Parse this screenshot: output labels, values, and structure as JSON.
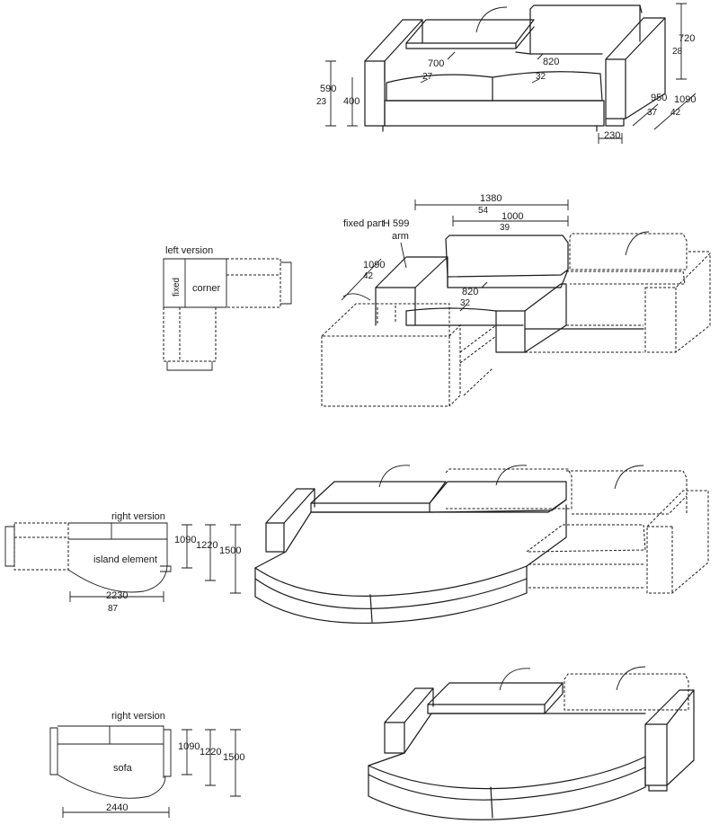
{
  "view1": {
    "d_720": "720",
    "d_28": "28",
    "d_590": "590",
    "d_23": "23",
    "d_400": "400",
    "d_700": "700",
    "d_27": "27",
    "d_820": "820",
    "d_32": "32",
    "d_950": "950",
    "d_37": "37",
    "d_1090": "1090",
    "d_42": "42",
    "d_230": "230"
  },
  "view2": {
    "d_1380": "1380",
    "d_54": "54",
    "d_1000": "1000",
    "d_39": "39",
    "label_fixed_part": "fixed part",
    "label_h599": "H 599",
    "label_arm": "arm",
    "d_1090": "1090",
    "d_42": "42",
    "d_820": "820",
    "d_32": "32",
    "plan_title": "left version",
    "plan_fixed": "fixed",
    "plan_corner": "corner"
  },
  "view3": {
    "plan_title": "right version",
    "plan_island": "island element",
    "d_1090": "1090",
    "d_1220": "1220",
    "d_1500": "1500",
    "d_2230": "2230",
    "d_87": "87"
  },
  "view4": {
    "plan_title": "right version",
    "plan_sofa": "sofa",
    "d_1090": "1090",
    "d_1220": "1220",
    "d_1500": "1500",
    "d_2440": "2440"
  }
}
